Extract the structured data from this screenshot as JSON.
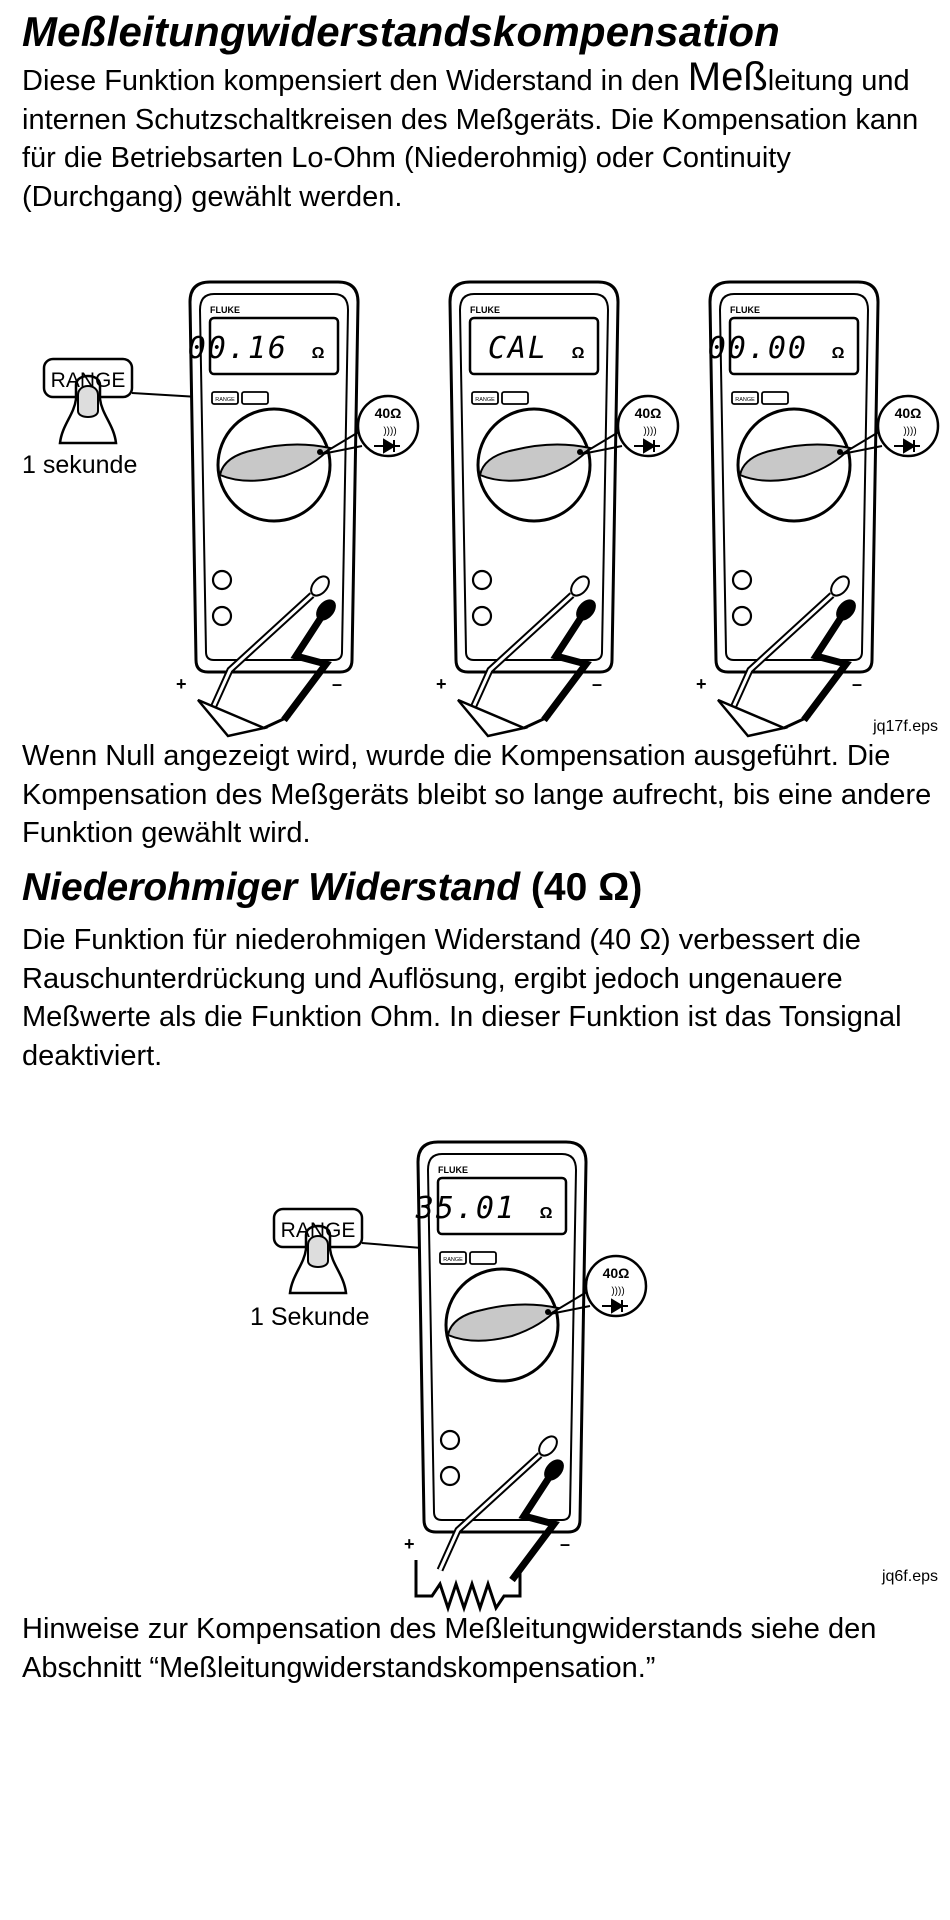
{
  "section1": {
    "title": "Meßleitungwiderstandskompensation",
    "intro": {
      "part1": "Diese Funktion kompensiert den Widerstand in den ",
      "big": "Meß",
      "part2": "leitung und internen Schutzschaltkreisen des Meßgeräts. Die Kompensation kann für die Betriebsarten Lo-Ohm (Niederohmig) oder Continuity (Durchgang) gewählt werden."
    },
    "figure": {
      "range_label": "RANGE",
      "hold_time": "1 sekunde",
      "brand": "FLUKE",
      "button_label": "RANGE",
      "dial_label_top": "40Ω",
      "sound_icon": "))))",
      "plus": "+",
      "minus": "–",
      "displays": [
        "00.16",
        "CAL",
        "00.00"
      ],
      "unit": "Ω",
      "caption": "jq17f.eps"
    },
    "after": "Wenn Null angezeigt wird, wurde die Kompensation ausgeführt. Die Kompensation des Meßgeräts bleibt so lange aufrecht, bis eine andere Funktion gewählt wird."
  },
  "section2": {
    "title_italic": "Niederohmiger Widerstand",
    "title_rest": " (40 Ω)",
    "intro": "Die Funktion für niederohmigen Widerstand (40 Ω) verbessert die Rauschunterdrückung und Auflösung, ergibt jedoch ungenauere Meßwerte als die Funktion Ohm. In dieser Funktion ist das Tonsignal deaktiviert.",
    "figure": {
      "range_label": "RANGE",
      "hold_time": "1 Sekunde",
      "brand": "FLUKE",
      "button_label": "RANGE",
      "dial_label_top": "40Ω",
      "sound_icon": "))))",
      "plus": "+",
      "minus": "–",
      "display": "35.01",
      "unit": "Ω",
      "caption": "jq6f.eps"
    },
    "note": "Hinweise zur Kompensation des Meßleitungwiderstands siehe den Abschnitt “Meßleitungwiderstandskompensation.”"
  }
}
